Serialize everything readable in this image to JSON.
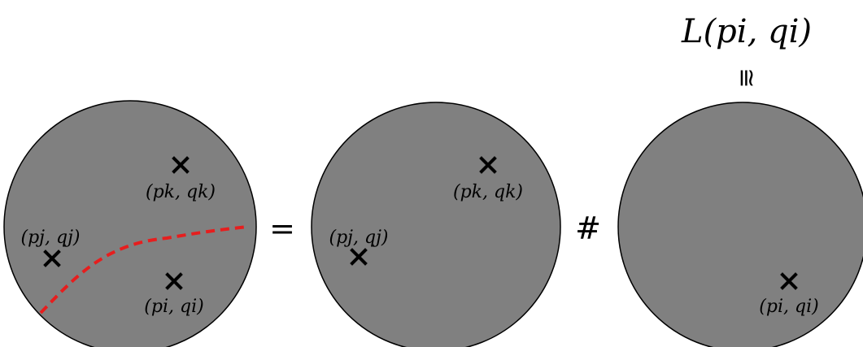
{
  "colors": {
    "disk_fill": "#808080",
    "disk_stroke": "#000000",
    "marker": "#000000",
    "cut_line": "#e61e1e"
  },
  "top_label": "L(pi, qi)",
  "iso_symbol": "≅",
  "equals_symbol": "=",
  "connect_sum_symbol": "#",
  "disks": [
    {
      "name": "disk-left",
      "points": [
        {
          "name": "point-k",
          "label": "(pk, qk)"
        },
        {
          "name": "point-j",
          "label": "(pj, qj)"
        },
        {
          "name": "point-i",
          "label": "(pi, qi)"
        }
      ],
      "has_cut": true
    },
    {
      "name": "disk-middle",
      "points": [
        {
          "name": "point-k",
          "label": "(pk, qk)"
        },
        {
          "name": "point-j",
          "label": "(pj, qj)"
        }
      ],
      "has_cut": false
    },
    {
      "name": "disk-right",
      "points": [
        {
          "name": "point-i",
          "label": "(pi, qi)"
        }
      ],
      "has_cut": false
    }
  ]
}
